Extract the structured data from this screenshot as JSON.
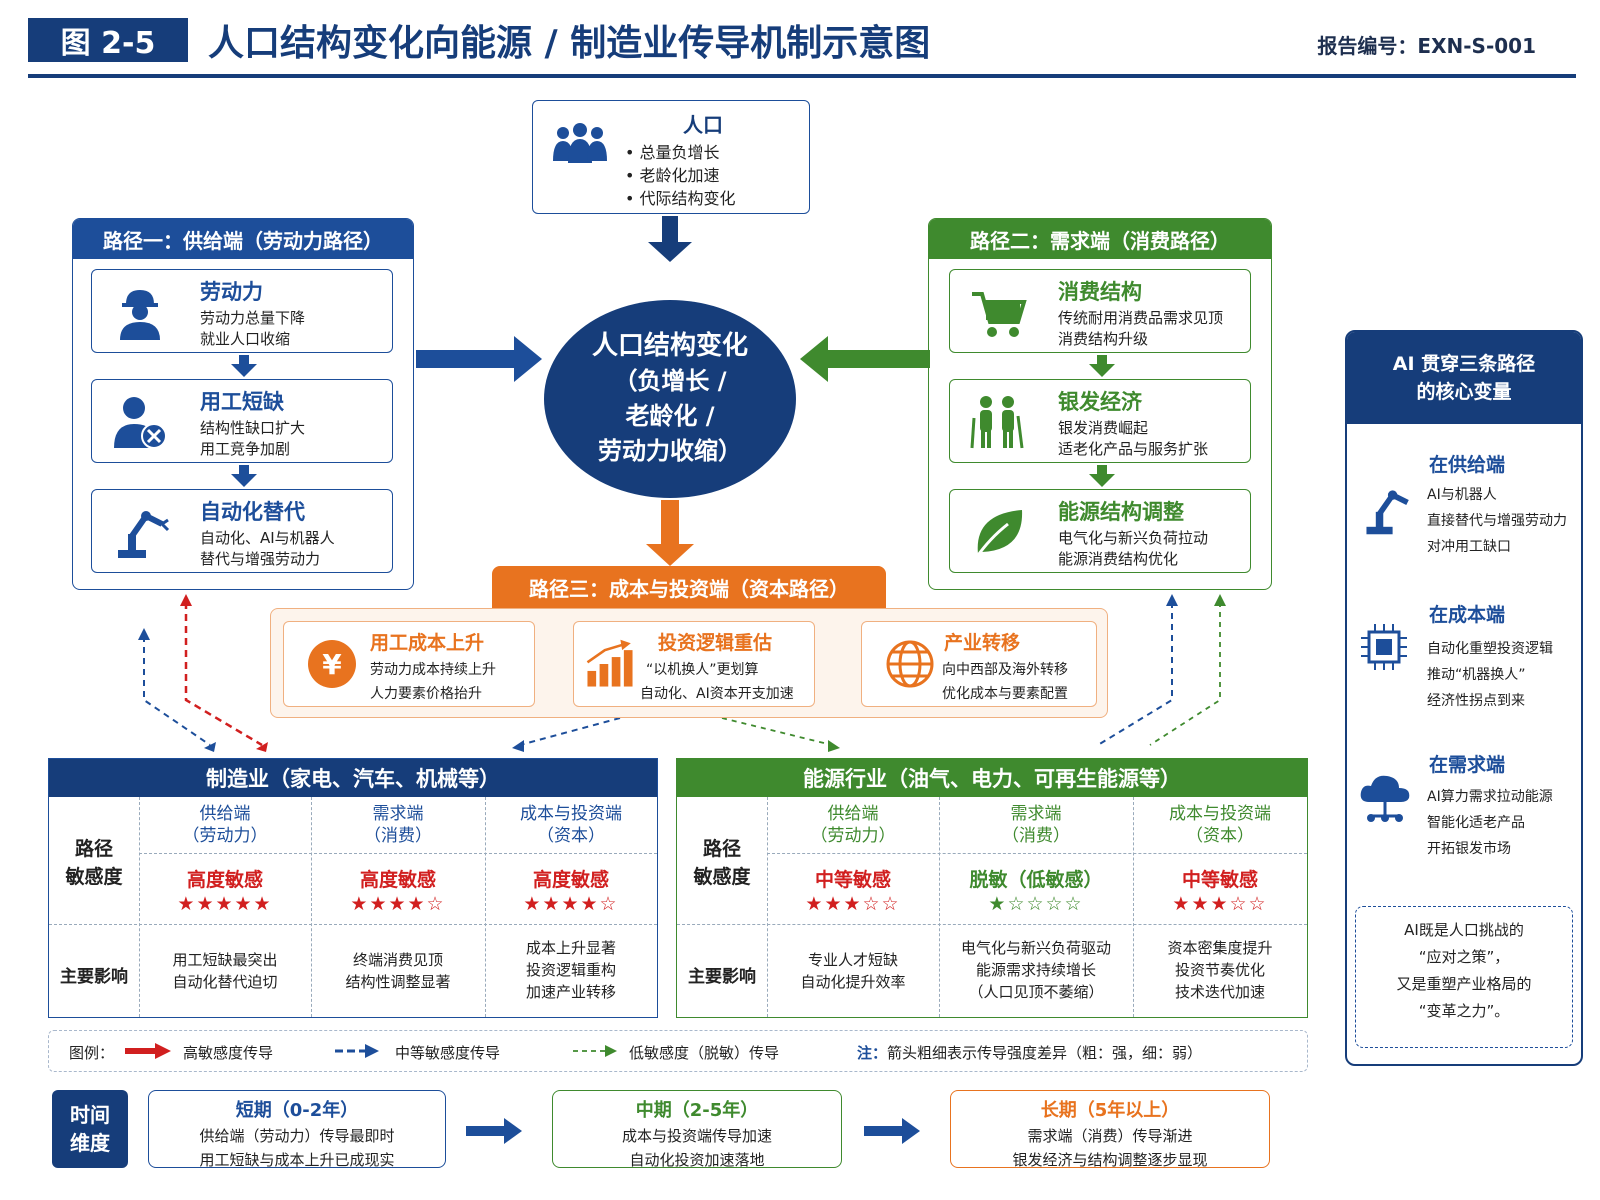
{
  "header": {
    "figure_label": "图 2-5",
    "title": "人口结构变化向能源 / 制造业传导机制示意图",
    "report_id": "报告编号：EXN-S-001"
  },
  "population": {
    "title": "人口",
    "bullets": [
      "• 总量负增长",
      "• 老龄化加速",
      "• 代际结构变化"
    ]
  },
  "center": {
    "lines": [
      "人口结构变化",
      "（负增长 /",
      "老龄化 /",
      "劳动力收缩）"
    ]
  },
  "path1": {
    "title": "路径一：供给端（劳动力路径）",
    "items": [
      {
        "title": "劳动力",
        "lines": [
          "劳动力总量下降",
          "就业人口收缩"
        ],
        "icon": "worker-icon"
      },
      {
        "title": "用工短缺",
        "lines": [
          "结构性缺口扩大",
          "用工竞争加剧"
        ],
        "icon": "user-x-icon"
      },
      {
        "title": "自动化替代",
        "lines": [
          "自动化、AI与机器人",
          "替代与增强劳动力"
        ],
        "icon": "robot-arm-icon"
      }
    ]
  },
  "path2": {
    "title": "路径二：需求端（消费路径）",
    "items": [
      {
        "title": "消费结构",
        "lines": [
          "传统耐用消费品需求见顶",
          "消费结构升级"
        ],
        "icon": "cart-icon"
      },
      {
        "title": "银发经济",
        "lines": [
          "银发消费崛起",
          "适老化产品与服务扩张"
        ],
        "icon": "elderly-icon"
      },
      {
        "title": "能源结构调整",
        "lines": [
          "电气化与新兴负荷拉动",
          "能源消费结构优化"
        ],
        "icon": "leaf-icon"
      }
    ]
  },
  "path3": {
    "title": "路径三：成本与投资端（资本路径）",
    "items": [
      {
        "title": "用工成本上升",
        "lines": [
          "劳动力成本持续上升",
          "人力要素价格抬升"
        ],
        "icon": "yen-icon"
      },
      {
        "title": "投资逻辑重估",
        "lines": [
          "“以机换人”更划算",
          "自动化、AI资本开支加速"
        ],
        "icon": "growth-chart-icon"
      },
      {
        "title": "产业转移",
        "lines": [
          "向中西部及海外转移",
          "优化成本与要素配置"
        ],
        "icon": "globe-icon"
      }
    ]
  },
  "manufacturing": {
    "title": "制造业（家电、汽车、机械等）",
    "row1_label": [
      "路径",
      "敏感度"
    ],
    "row2_label": "主要影响",
    "columns": [
      {
        "head": [
          "供给端",
          "（劳动力）"
        ],
        "level": "高度敏感",
        "stars": "★★★★★",
        "impact": [
          "用工短缺最突出",
          "自动化替代迫切"
        ]
      },
      {
        "head": [
          "需求端",
          "（消费）"
        ],
        "level": "高度敏感",
        "stars": "★★★★☆",
        "impact": [
          "终端消费见顶",
          "结构性调整显著"
        ]
      },
      {
        "head": [
          "成本与投资端",
          "（资本）"
        ],
        "level": "高度敏感",
        "stars": "★★★★☆",
        "impact": [
          "成本上升显著",
          "投资逻辑重构",
          "加速产业转移"
        ]
      }
    ]
  },
  "energy": {
    "title": "能源行业（油气、电力、可再生能源等）",
    "row1_label": [
      "路径",
      "敏感度"
    ],
    "row2_label": "主要影响",
    "columns": [
      {
        "head": [
          "供给端",
          "（劳动力）"
        ],
        "level": "中等敏感",
        "stars": "★★★☆☆",
        "impact": [
          "专业人才短缺",
          "自动化提升效率"
        ]
      },
      {
        "head": [
          "需求端",
          "（消费）"
        ],
        "level": "脱敏（低敏感）",
        "stars": "★☆☆☆☆",
        "impact": [
          "电气化与新兴负荷驱动",
          "能源需求持续增长",
          "（人口见顶不萎缩）"
        ]
      },
      {
        "head": [
          "成本与投资端",
          "（资本）"
        ],
        "level": "中等敏感",
        "stars": "★★★☆☆",
        "impact": [
          "资本密集度提升",
          "投资节奏优化",
          "技术迭代加速"
        ]
      }
    ]
  },
  "ai_panel": {
    "title": [
      "AI 贯穿三条路径",
      "的核心变量"
    ],
    "sections": [
      {
        "title": "在供给端",
        "lines": [
          "AI与机器人",
          "直接替代与增强劳动力",
          "对冲用工缺口"
        ],
        "icon": "robot-arm-icon"
      },
      {
        "title": "在成本端",
        "lines": [
          "自动化重塑投资逻辑",
          "推动“机器换人”",
          "经济性拐点到来"
        ],
        "icon": "chip-icon"
      },
      {
        "title": "在需求端",
        "lines": [
          "AI算力需求拉动能源",
          "智能化适老产品",
          "开拓银发市场"
        ],
        "icon": "cloud-network-icon"
      }
    ],
    "quote": [
      "AI既是人口挑战的",
      "“应对之策”，",
      "又是重塑产业格局的",
      "“变革之力”。"
    ]
  },
  "legend": {
    "label": "图例：",
    "high": "高敏感度传导",
    "medium": "中等敏感度传导",
    "low": "低敏感度（脱敏）传导",
    "note_label": "注：",
    "note": "箭头粗细表示传导强度差异（粗：强，细：弱）"
  },
  "timeline": {
    "label": [
      "时间",
      "维度"
    ],
    "stages": [
      {
        "title": "短期（0-2年）",
        "lines": [
          "供给端（劳动力）传导最即时",
          "用工短缺与成本上升已成现实"
        ]
      },
      {
        "title": "中期（2-5年）",
        "lines": [
          "成本与投资端传导加速",
          "自动化投资加速落地"
        ]
      },
      {
        "title": "长期（5年以上）",
        "lines": [
          "需求端（消费）传导渐进",
          "银发经济与结构调整逐步显现"
        ]
      }
    ]
  },
  "colors": {
    "navy": "#163d7a",
    "blue": "#1d4e9a",
    "green": "#3f8a2e",
    "orange": "#e8731f",
    "red": "#d11f1f"
  }
}
